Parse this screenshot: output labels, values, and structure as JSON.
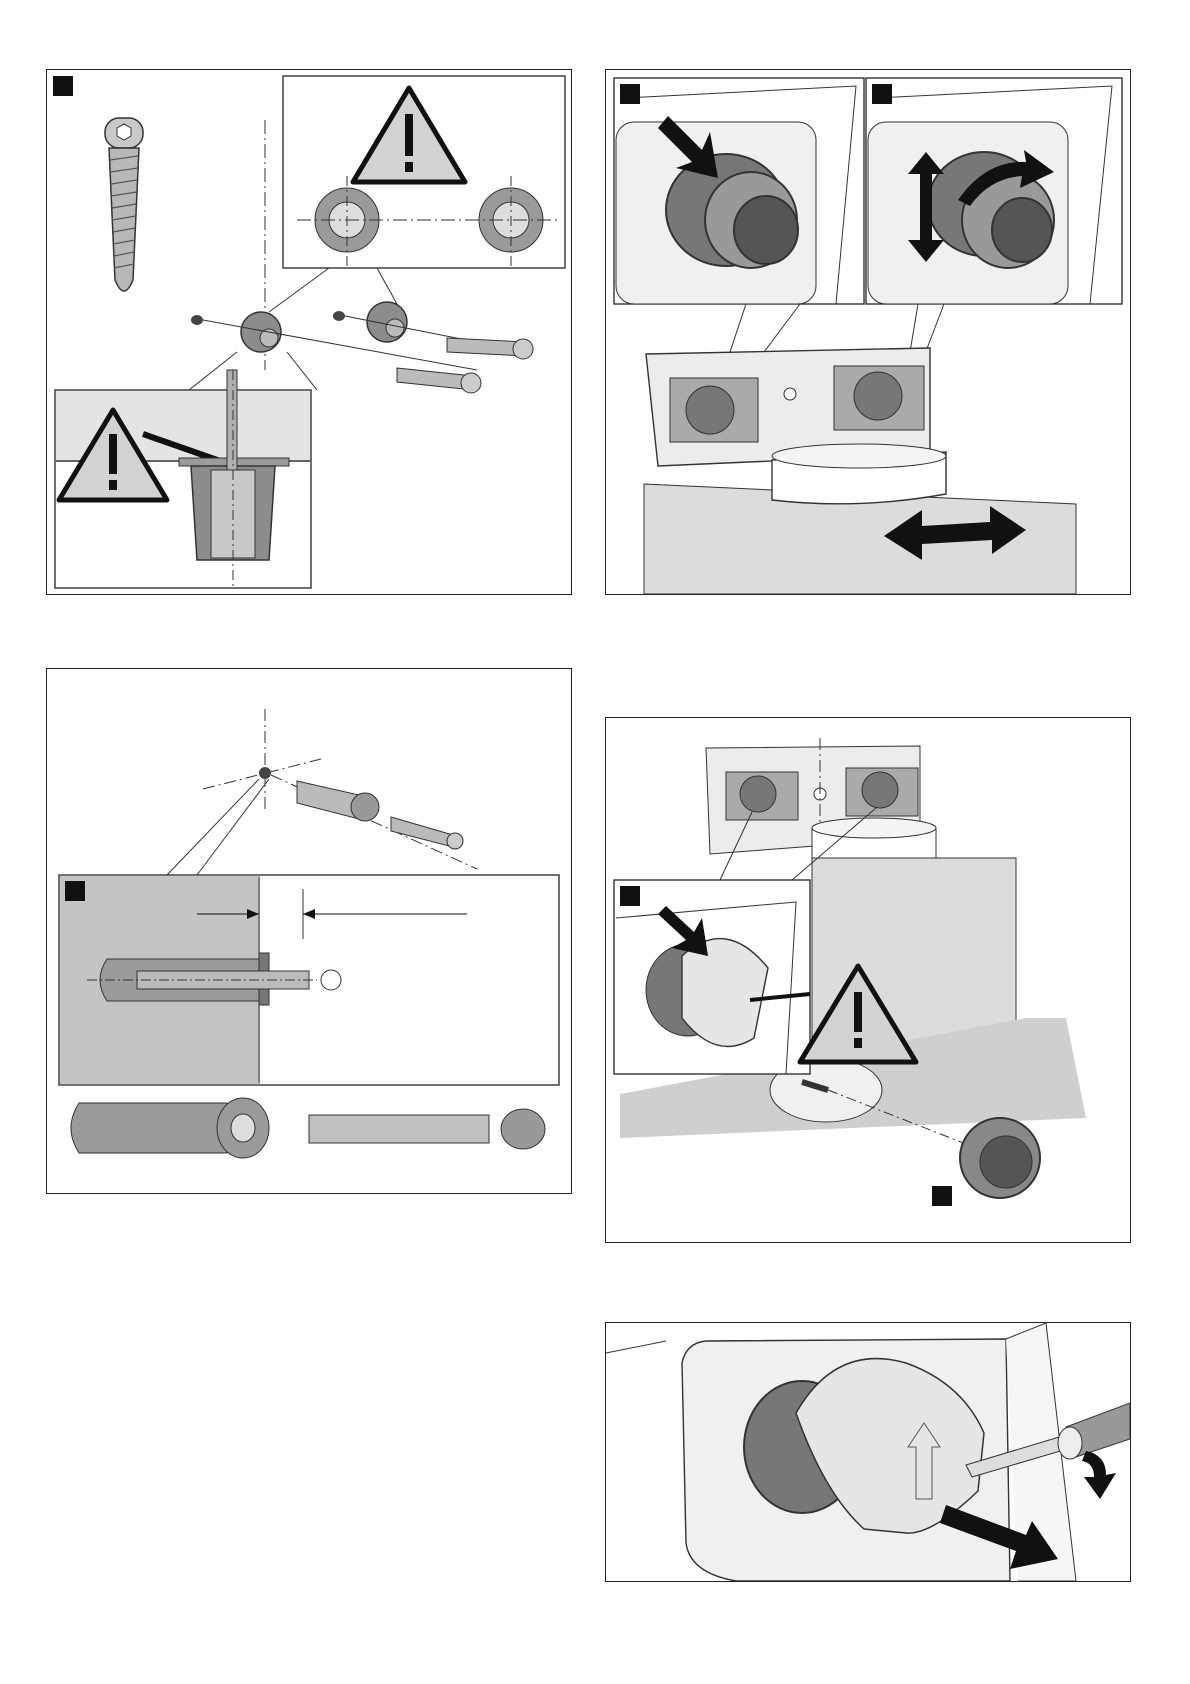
{
  "page": {
    "type": "installation-instructions-illustration-page",
    "panels": [
      {
        "id": "p1",
        "content": "wall-plug-and-screw-mounting",
        "step_marker": "square-black",
        "warning": true
      },
      {
        "id": "p2",
        "content": "duct-adapter-rotation-and-adjustment",
        "step_markers": 2,
        "warning": false
      },
      {
        "id": "p3",
        "content": "expansion-anchor-depth",
        "step_marker": "square-black",
        "warning": false
      },
      {
        "id": "p4",
        "content": "adapter-secure-with-knob",
        "step_markers": 2,
        "warning": true
      },
      {
        "id": "p5",
        "content": "adapter-release-with-screwdriver",
        "step_markers": 0,
        "warning": false
      }
    ]
  },
  "colors": {
    "frame": "#222222",
    "marker": "#111111",
    "part_dark": "#555555",
    "part_mid": "#8c8c8c",
    "part_light": "#c8c8c8",
    "surface": "#e4e4e4",
    "warning_fill": "#d2d2d2"
  },
  "icons": [
    "warning-triangle-icon",
    "torx-screw-head-icon",
    "arrow-icon",
    "double-arrow-icon",
    "rotate-arrow-icon"
  ]
}
